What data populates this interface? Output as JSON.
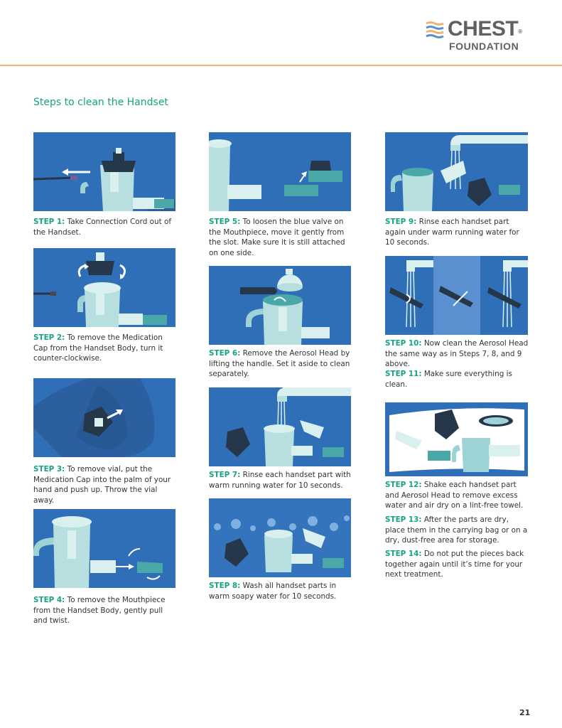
{
  "brand": {
    "name": "CHEST",
    "registered": "®",
    "subtitle": "FOUNDATION",
    "colors": {
      "orange": "#f0b26e",
      "blue": "#5b8fc9",
      "gray": "#5f6062"
    }
  },
  "section_title": "Steps to clean the Handset",
  "accent_color": "#17a383",
  "panel_color": "#2f6fb8",
  "steps": [
    {
      "label": "STEP 1:",
      "text": "Take Connection Cord out of the Handset."
    },
    {
      "label": "STEP 2:",
      "text": "To remove the Medication Cap from the Handset Body, turn it counter-clockwise."
    },
    {
      "label": "STEP 3:",
      "text": "To remove vial, put the Medication Cap into the palm of your hand and push up. Throw the vial away."
    },
    {
      "label": "STEP 4:",
      "text": "To remove the Mouthpiece from the Handset Body, gently pull and twist."
    },
    {
      "label": "STEP 5:",
      "text": "To loosen the blue valve on the Mouthpiece, move it gently from the slot. Make sure it is still attached on one side."
    },
    {
      "label": "STEP 6:",
      "text": "Remove the Aerosol Head by lifting the handle. Set it aside to clean separately."
    },
    {
      "label": "STEP 7:",
      "text": "Rinse each handset part with warm running water for 10 seconds."
    },
    {
      "label": "STEP 8:",
      "text": "Wash all handset parts in warm soapy water for 10 seconds."
    },
    {
      "label": "STEP 9:",
      "text": "Rinse each handset part again under warm running water for 10 seconds."
    },
    {
      "label": "STEP 10:",
      "text": "Now clean the Aerosol Head the same way as in Steps 7, 8, and 9 above."
    },
    {
      "label": "STEP 11:",
      "text": "Make sure everything is clean."
    },
    {
      "label": "STEP 12:",
      "text": "Shake each handset part and Aerosol Head to remove excess water and air dry on a lint-free towel."
    },
    {
      "label": "STEP 13:",
      "text": "After the parts are dry, place them in the carrying bag or on a dry, dust-free area for storage."
    },
    {
      "label": "STEP 14:",
      "text": "Do not put the pieces back together again until it’s time for your next treatment."
    }
  ],
  "illustrations": [
    {
      "icon": "remove-cord-illustration"
    },
    {
      "icon": "twist-cap-illustration"
    },
    {
      "icon": "remove-vial-illustration"
    },
    {
      "icon": "remove-mouthpiece-illustration"
    },
    {
      "icon": "loosen-valve-illustration"
    },
    {
      "icon": "remove-aerosol-head-illustration"
    },
    {
      "icon": "rinse-parts-illustration"
    },
    {
      "icon": "soapy-water-illustration"
    },
    {
      "icon": "rinse-again-illustration"
    },
    {
      "icon": "clean-aerosol-head-illustration"
    },
    {
      "icon": "air-dry-illustration"
    }
  ],
  "page_number": "21"
}
